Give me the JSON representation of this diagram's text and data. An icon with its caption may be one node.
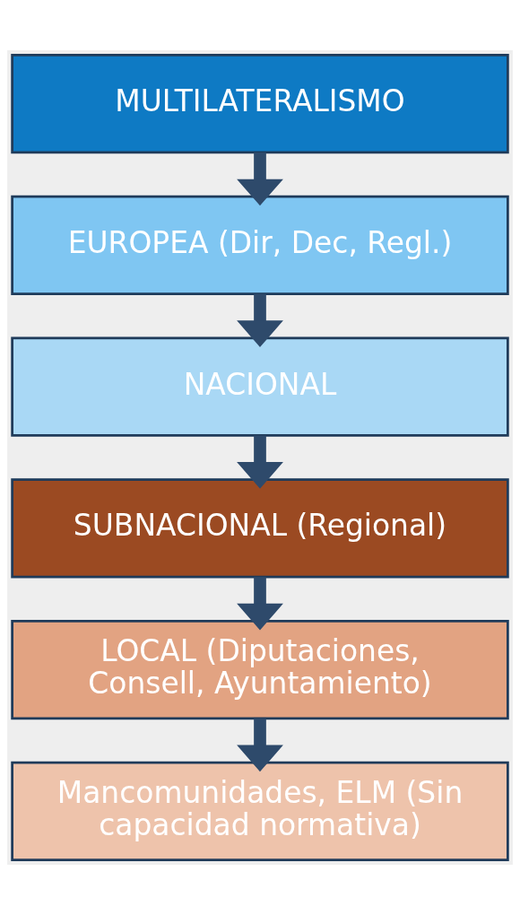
{
  "diagram": {
    "nodes": [
      {
        "text": [
          "MULTILATERALISMO"
        ]
      },
      {
        "text": [
          "EUROPEA (Dir, Dec, Regl.)"
        ]
      },
      {
        "text": [
          "NACIONAL"
        ]
      },
      {
        "text": [
          "SUBNACIONAL (Regional)"
        ]
      },
      {
        "text": [
          "LOCAL (Diputaciones, Consell, Ayuntamiento)"
        ]
      },
      {
        "text": [
          "Mancomunidades, ELM (Sin capacidad normativa)"
        ]
      }
    ],
    "edges": [
      {
        "from": 0,
        "to": 1,
        "arrow": "to"
      },
      {
        "from": 1,
        "to": 2,
        "arrow": "to"
      },
      {
        "from": 2,
        "to": 3,
        "arrow": "to"
      },
      {
        "from": 3,
        "to": 4,
        "arrow": "to"
      },
      {
        "from": 4,
        "to": 5,
        "arrow": "to"
      }
    ]
  }
}
